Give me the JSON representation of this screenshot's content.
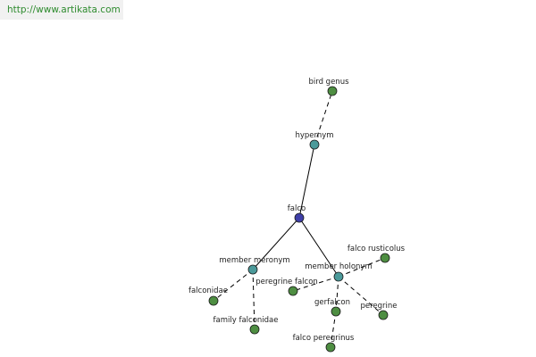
{
  "header": {
    "url": "http://www.artikata.com"
  },
  "colors": {
    "center": "#3f3fa8",
    "relation": "#4b9a9a",
    "term": "#4e8e42"
  },
  "graph": {
    "nodes": [
      {
        "id": "bird-genus",
        "label": "bird genus",
        "kind": "term"
      },
      {
        "id": "hypernym",
        "label": "hypernym",
        "kind": "relation"
      },
      {
        "id": "falco",
        "label": "falco",
        "kind": "center"
      },
      {
        "id": "member-meronym",
        "label": "member meronym",
        "kind": "relation"
      },
      {
        "id": "member-holonym",
        "label": "member holonym",
        "kind": "relation"
      },
      {
        "id": "falco-rusticolus",
        "label": "falco rusticolus",
        "kind": "term"
      },
      {
        "id": "peregrine-falcon",
        "label": "peregrine falcon",
        "kind": "term"
      },
      {
        "id": "falconidae",
        "label": "falconidae",
        "kind": "term"
      },
      {
        "id": "family-falconidae",
        "label": "family falconidae",
        "kind": "term"
      },
      {
        "id": "gerfalcon",
        "label": "gerfalcon",
        "kind": "term"
      },
      {
        "id": "peregrine",
        "label": "peregrine",
        "kind": "term"
      },
      {
        "id": "falco-peregrinus",
        "label": "falco peregrinus",
        "kind": "term"
      }
    ],
    "edges": [
      {
        "from": "falco",
        "to": "hypernym",
        "style": "solid"
      },
      {
        "from": "hypernym",
        "to": "bird-genus",
        "style": "dashed"
      },
      {
        "from": "falco",
        "to": "member-meronym",
        "style": "solid"
      },
      {
        "from": "falco",
        "to": "member-holonym",
        "style": "solid"
      },
      {
        "from": "member-meronym",
        "to": "falconidae",
        "style": "dashed"
      },
      {
        "from": "member-meronym",
        "to": "family-falconidae",
        "style": "dashed"
      },
      {
        "from": "member-holonym",
        "to": "falco-rusticolus",
        "style": "dashed"
      },
      {
        "from": "member-holonym",
        "to": "peregrine-falcon",
        "style": "dashed"
      },
      {
        "from": "member-holonym",
        "to": "gerfalcon",
        "style": "dashed"
      },
      {
        "from": "member-holonym",
        "to": "peregrine",
        "style": "dashed"
      },
      {
        "from": "gerfalcon",
        "to": "falco-peregrinus",
        "style": "dashed"
      }
    ]
  }
}
